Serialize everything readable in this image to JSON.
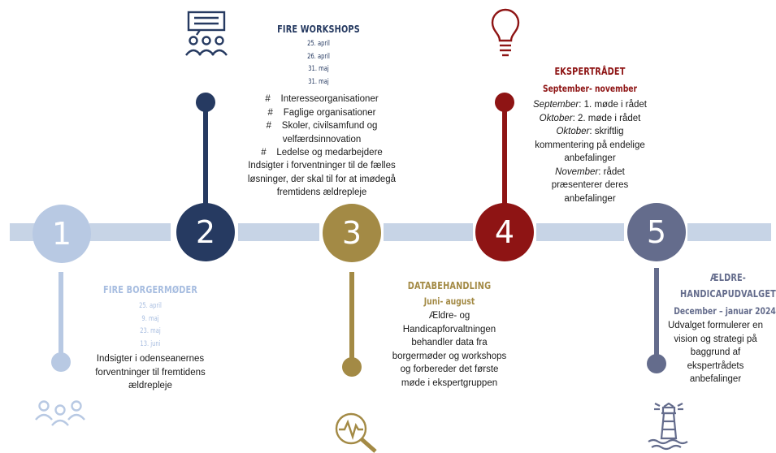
{
  "colors": {
    "bar": "#c7d4e6",
    "step1": "#b8c9e3",
    "step2": "#263a61",
    "step3": "#a38a45",
    "step4": "#8e1414",
    "step5": "#646c8c"
  },
  "steps": [
    {
      "number": "1",
      "title": "FIRE BORGERMØDER",
      "dates": [
        "25. april",
        "9. maj",
        "23. maj",
        "13. juni"
      ],
      "body": [
        "Indsigter i odenseanernes",
        "forventninger til fremtidens",
        "ældrepleje"
      ],
      "icon": "people-group-icon"
    },
    {
      "number": "2",
      "title": "FIRE WORKSHOPS",
      "dates": [
        "25. april",
        "26. april",
        "31. maj",
        "31. maj"
      ],
      "items": [
        {
          "bullet": "#",
          "text": "Interesseorganisationer"
        },
        {
          "bullet": "#",
          "text": "Faglige organisationer"
        },
        {
          "bullet": "#",
          "text": "Skoler, civilsamfund og"
        },
        {
          "bullet": "",
          "text": "velfærdsinnovation"
        },
        {
          "bullet": "#",
          "text": "Ledelse og medarbejdere"
        }
      ],
      "body": [
        "Indsigter i forventninger til de fælles",
        "løsninger, der skal til for at imødegå",
        "fremtidens ældrepleje"
      ],
      "icon": "presentation-icon"
    },
    {
      "number": "3",
      "title": "DATABEHANDLING",
      "subtitle": "Juni- august",
      "body": [
        "Ældre- og",
        "Handicapforvaltningen",
        "behandler data fra",
        "borgermøder og workshops",
        "og forbereder det første",
        "møde i ekspertgruppen"
      ],
      "icon": "data-analysis-icon"
    },
    {
      "number": "4",
      "title": "EKSPERTRÅDET",
      "subtitle": "September- november",
      "lines": [
        {
          "month": "September",
          "text": ": 1. møde i rådet"
        },
        {
          "month": "Oktober",
          "text": ": 2. møde i rådet"
        },
        {
          "month": "Oktober",
          "text": ": skriftlig"
        },
        {
          "month": "",
          "text": "kommentering på endelige"
        },
        {
          "month": "",
          "text": "anbefalinger"
        },
        {
          "month": "November",
          "text": ": rådet"
        },
        {
          "month": "",
          "text": "præsenterer deres"
        },
        {
          "month": "",
          "text": "anbefalinger"
        }
      ],
      "icon": "lightbulb-icon"
    },
    {
      "number": "5",
      "title_lines": [
        "ÆLDRE-",
        "HANDICAPUDVALGET"
      ],
      "subtitle": "December – januar 2024",
      "body": [
        "Udvalget formulerer en",
        "vision og strategi på",
        "baggrund af",
        "ekspertrådets",
        "anbefalinger"
      ],
      "icon": "lighthouse-icon"
    }
  ]
}
